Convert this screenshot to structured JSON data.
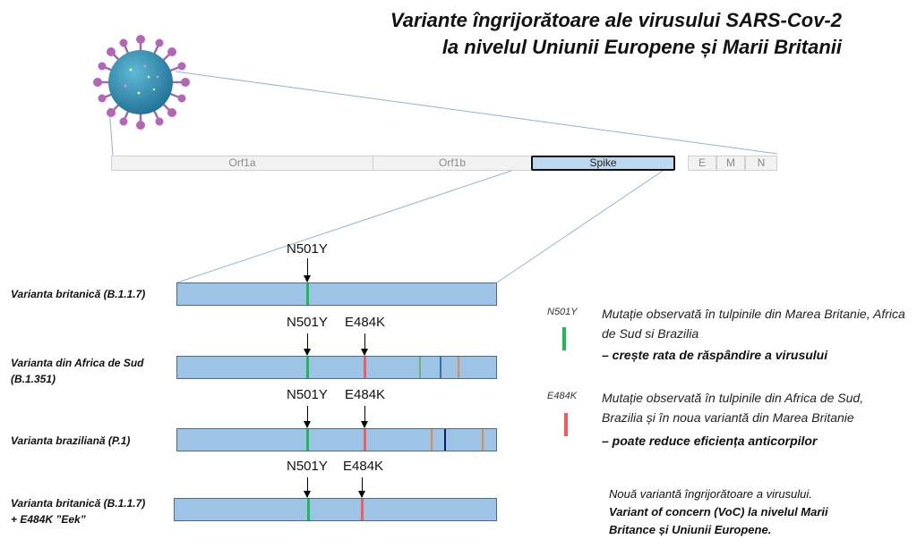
{
  "title": {
    "line1": "Variante îngrijorătoare ale virusului SARS-Cov-2",
    "line2": "la nivelul Uniunii Europene și Marii Britanii"
  },
  "genome": {
    "segments": [
      "Orf1a",
      "Orf1b",
      "Spike",
      "E",
      "M",
      "N"
    ]
  },
  "variants": [
    {
      "label": "Varianta britanică (B.1.1.7)",
      "mutation_labels": [
        "N501Y"
      ],
      "colors": [
        "#1db954"
      ]
    },
    {
      "label": "Varianta din Africa de Sud (B.1.351)",
      "mutation_labels": [
        "N501Y",
        "E484K"
      ],
      "colors": [
        "#1db954",
        "#f25c5c",
        "#6fb56f",
        "#3b6ea5",
        "#e08a4f"
      ]
    },
    {
      "label": "Varianta braziliană (P.1)",
      "mutation_labels": [
        "N501Y",
        "E484K"
      ],
      "colors": [
        "#1db954",
        "#f25c5c",
        "#e08a4f",
        "#0b1f66",
        "#e08a4f"
      ]
    },
    {
      "label_line1": "Varianta britanică (B.1.1.7)",
      "label_line2": "+ E484K  ”Eek”",
      "mutation_labels": [
        "N501Y",
        "E484K"
      ],
      "colors": [
        "#1db954",
        "#f25c5c"
      ]
    }
  ],
  "legend": [
    {
      "code": "N501Y",
      "color": "#1db954",
      "description": "Mutație observată în tulpinile din Marea Britanie, Africa de Sud si Brazilia",
      "effect": "– crește rata de răspândire a virusului"
    },
    {
      "code": "E484K",
      "color": "#f25c5c",
      "description": "Mutație observată în tulpinile din Africa de Sud, Brazilia și în noua variantă din Marea Britanie",
      "effect": "– poate reduce eficiența anticorpilor"
    }
  ],
  "note": {
    "line1": "Nouă variantă îngrijorătoare a virusului.",
    "line2": "Variant of concern (VoC) la nivelul Marii",
    "line3": "Britance și Uniunii Europene."
  }
}
